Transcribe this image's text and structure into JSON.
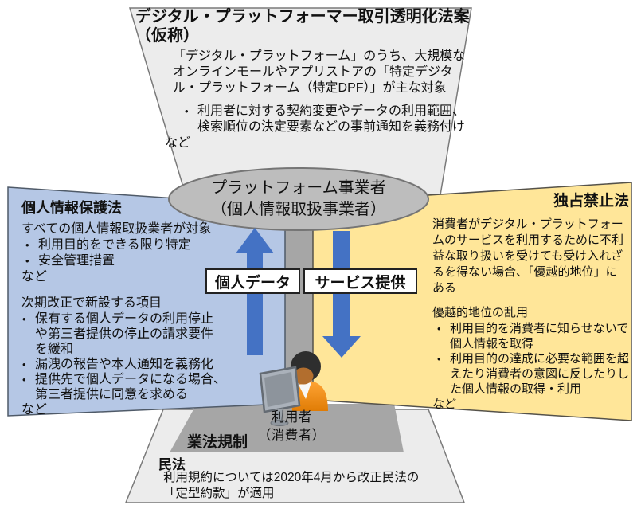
{
  "top_law": {
    "title": "デジタル・プラットフォーマー取引透明化法案",
    "title2": "（仮称）",
    "para": [
      "「デジタル・プラットフォーム」のうち、大規模な",
      "オンラインモールやアプリストアの「特定デジタ",
      "ル・プラットフォーム（特定DPF）」が主な対象"
    ],
    "bullet": [
      "利用者に対する契約変更やデータの利用範囲、",
      "検索順位の決定要素などの事前通知を義務付け"
    ],
    "etc": "など"
  },
  "privacy_law": {
    "title": "個人情報保護法",
    "intro": "すべての個人情報取扱業者が対象",
    "bullets": [
      "利用目的をできる限り特定",
      "安全管理措置"
    ],
    "etc1": "など",
    "subheading": "次期改正で新設する項目",
    "revision_lines": [
      "保有する個人データの利用停止",
      "や第三者提供の停止の請求要件",
      "を緩和",
      "漏洩の報告や本人通知を義務化",
      "提供先で個人データになる場合、",
      "第三者提供に同意を求める"
    ],
    "etc2": "など"
  },
  "antimonopoly_law": {
    "title": "独占禁止法",
    "para": [
      "消費者がデジタル・プラットフォー",
      "ムのサービスを利用するために不利",
      "益な取り扱いを受けても受け入れざ",
      "るを得ない場合、「優越的地位」に",
      "ある"
    ],
    "subheading": "優越的地位の乱用",
    "abuse_lines": [
      "利用目的を消費者に知らせないで",
      "個人情報を取得",
      "利用目的の達成に必要な範囲を超",
      "えたり消費者の意図に反したりし",
      "た個人情報の取得・利用"
    ],
    "etc": "など"
  },
  "platform": {
    "name": "プラットフォーム事業者",
    "subname": "（個人情報取扱事業者）"
  },
  "flows": {
    "up_label": "個人データ",
    "down_label": "サービス提供"
  },
  "user": {
    "name": "利用者",
    "subname": "（消費者）"
  },
  "industry_regulation": {
    "label": "業法規制"
  },
  "civil_law": {
    "title": "民法",
    "lines": [
      "利用規約については2020年4月から改正民法の",
      "「定型約款」が適用"
    ]
  },
  "colors": {
    "light_panel": "#ececec",
    "dark_gray": "#a6a6a6",
    "privacy_blue": "#b5c7e5",
    "antimonopoly_yellow": "#ffe699",
    "ellipse_gray": "#bdbdbd",
    "arrow_blue": "#4472c4"
  }
}
